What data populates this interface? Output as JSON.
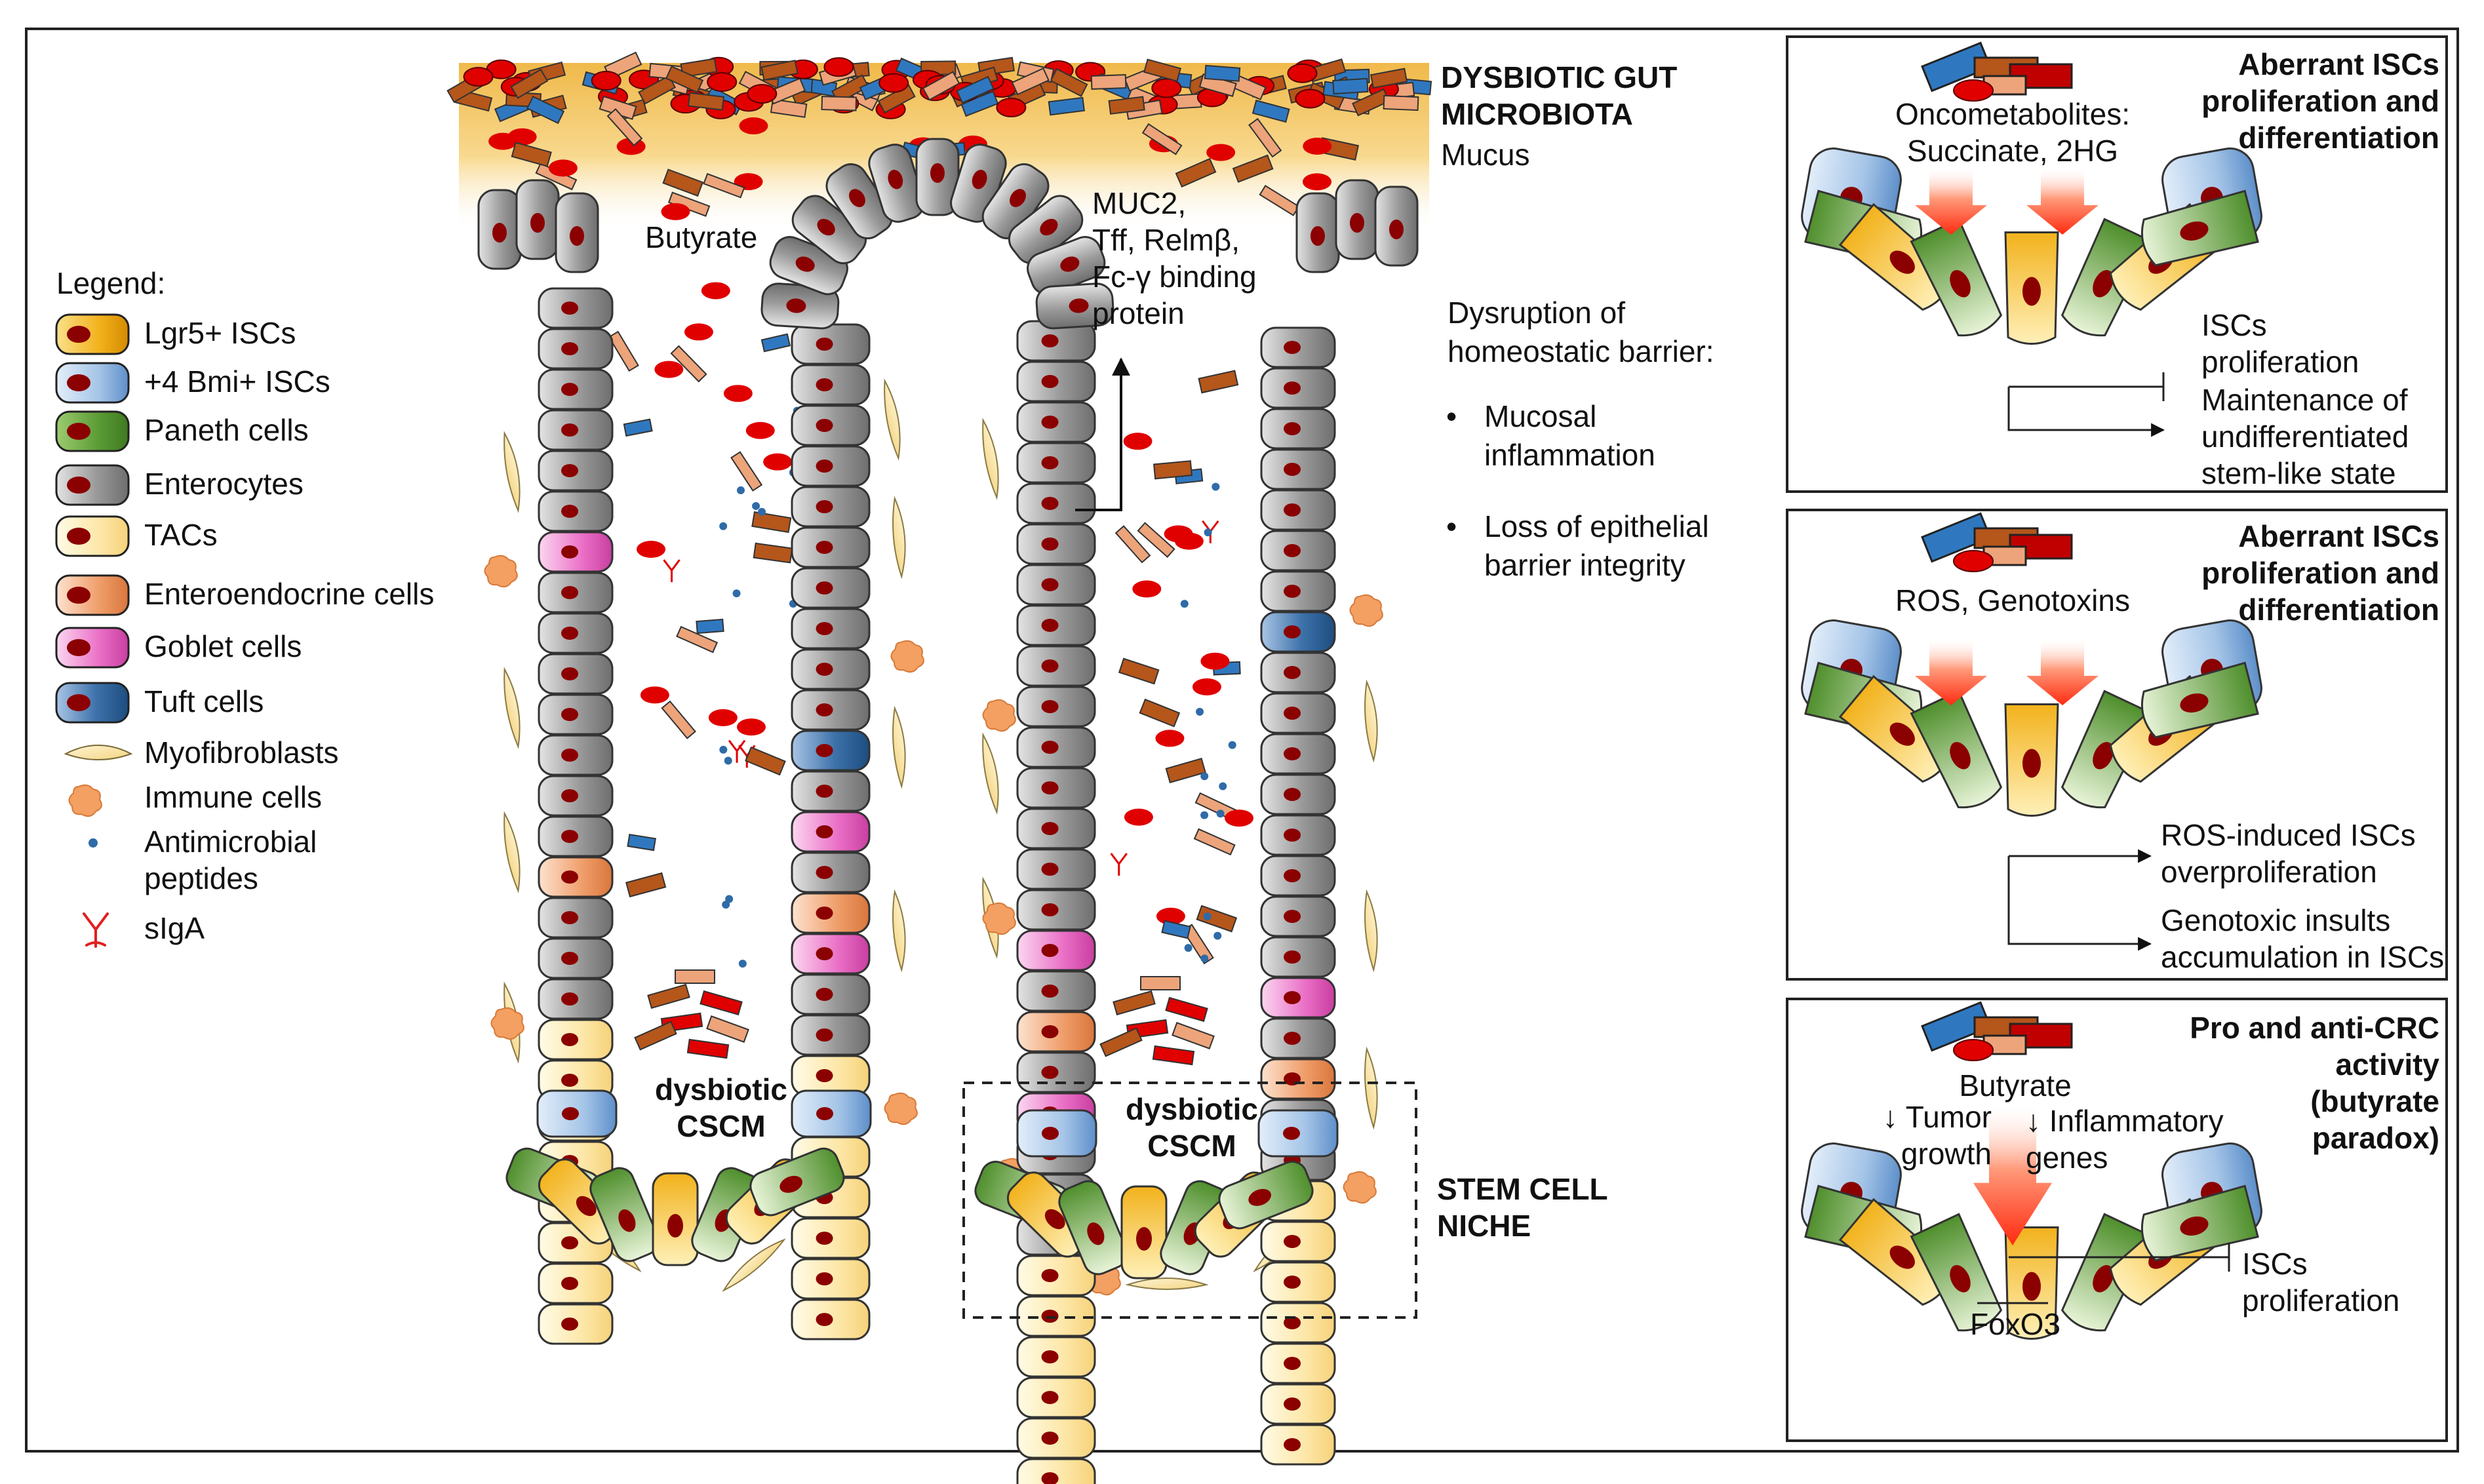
{
  "legend": {
    "title": "Legend:",
    "items": [
      {
        "label": "Lgr5+ ISCs",
        "shape": "cell",
        "color": "#f2b21c"
      },
      {
        "label": "+4 Bmi+ ISCs",
        "shape": "cell",
        "color": "#8db3de"
      },
      {
        "label": "Paneth cells",
        "shape": "cell",
        "color": "#4f8f2c"
      },
      {
        "label": "Enterocytes",
        "shape": "cell",
        "color": "#8a8a8a"
      },
      {
        "label": "TACs",
        "shape": "cell",
        "color": "#fbe29a"
      },
      {
        "label": "Enteroendocrine cells",
        "shape": "cell",
        "color": "#ee9a66"
      },
      {
        "label": "Goblet cells",
        "shape": "cell",
        "color": "#e765c0"
      },
      {
        "label": "Tuft cells",
        "shape": "cell",
        "color": "#2f6397"
      },
      {
        "label": "Myofibroblasts",
        "shape": "fibroblast",
        "color": "#f7dc97"
      },
      {
        "label": "Immune cells",
        "shape": "immune",
        "color": "#f3a062"
      },
      {
        "label": "Antimicrobial\npeptides",
        "shape": "dot",
        "color": "#2f6ba8"
      },
      {
        "label": "sIgA",
        "shape": "antibody",
        "color": "#e02020"
      }
    ]
  },
  "crypt": {
    "microbiota_title": "DYSBIOTIC GUT\nMICROBIOTA",
    "mucus_label": "Mucus",
    "butyrate_label": "Butyrate",
    "secretion_label": "MUC2,\nTff, Relmβ,\nFc-γ binding\nprotein",
    "barrier_title": "Dysruption of\nhomeostatic barrier:",
    "barrier_points": [
      "Mucosal\ninflammation",
      "Loss of epithelial\nbarrier integrity"
    ],
    "cscm_label": "dysbiotic\nCSCM",
    "niche_label": "STEM CELL\nNICHE"
  },
  "panels": [
    {
      "title": "Aberrant ISCs\nproliferation and\ndifferentiation",
      "agent": "Oncometabolites:\nSuccinate, 2HG",
      "out1": "ISCs\nproliferation",
      "out2": "Maintenance of\nundifferentiated\nstem-like state"
    },
    {
      "title": "Aberrant ISCs\nproliferation and\ndifferentiation",
      "agent": "ROS, Genotoxins",
      "out1": "ROS-induced ISCs\noverproliferation",
      "out2": "Genotoxic insults\naccumulation in ISCs"
    },
    {
      "title": "Pro and anti-CRC\nactivity\n(butyrate\nparadox)",
      "agent": "Butyrate",
      "effect1": "↓ Tumor\ngrowth",
      "effect2": "↓ Inflammatory\ngenes",
      "gene": "FoxO3",
      "out1": "ISCs\nproliferation"
    }
  ],
  "colors": {
    "lgr5": "#f2b21c",
    "bmi": "#8db3de",
    "paneth": "#4f8f2c",
    "enterocyte": "#8a8a8a",
    "tac": "#fbe29a",
    "enteroendocrine": "#ee9a66",
    "goblet": "#e765c0",
    "tuft": "#2f6397",
    "nucleus": "#8b0000",
    "red_bacteria": "#e00000",
    "brown_bacteria": "#b5561b",
    "peach_bacteria": "#eda47a",
    "blue_bacteria": "#2f78c0",
    "mucus": "#f4c567",
    "immune": "#f3a062",
    "arrow": "#ff3b1f"
  }
}
